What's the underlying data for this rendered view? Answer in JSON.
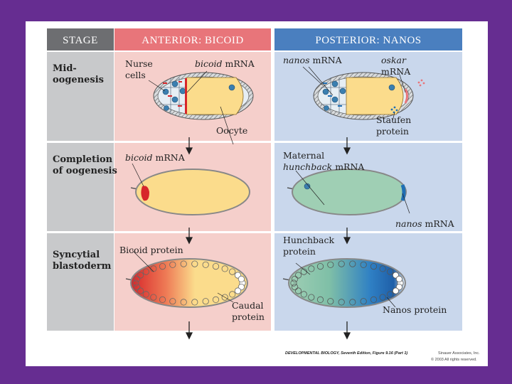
{
  "header": {
    "stage": "STAGE",
    "anterior": "ANTERIOR: BICOID",
    "posterior": "POSTERIOR: NANOS"
  },
  "stages": [
    {
      "line1": "Mid-",
      "line2": "oogenesis"
    },
    {
      "line1": "Completion",
      "line2": "of oogenesis"
    },
    {
      "line1": "Syncytial",
      "line2": "blastoderm"
    }
  ],
  "labels": {
    "nurse_cells_1": "Nurse",
    "nurse_cells_2": "cells",
    "bicoid_mrna_top_gene": "bicoid",
    "bicoid_mrna_top_rest": " mRNA",
    "oocyte": "Oocyte",
    "nanos_mrna_top_gene": "nanos",
    "nanos_mrna_top_rest": " mRNA",
    "oskar_gene": "oskar",
    "oskar_rest": "mRNA",
    "staufen_1": "Staufen",
    "staufen_2": "protein",
    "bicoid_mrna_mid_gene": "bicoid",
    "bicoid_mrna_mid_rest": " mRNA",
    "maternal": "Maternal",
    "hunchback_gene": "hunchback",
    "hunchback_rest": " mRNA",
    "nanos_mrna_mid_gene": "nanos",
    "nanos_mrna_mid_rest": " mRNA",
    "bicoid_protein": "Bicoid protein",
    "caudal_1": "Caudal",
    "caudal_2": "protein",
    "hunchback_protein_1": "Hunchback",
    "hunchback_protein_2": "protein",
    "nanos_protein": "Nanos protein"
  },
  "caption": {
    "book": "DEVELOPMENTAL BIOLOGY, Seventh Edition, Figure 9.16 (Part 1)",
    "publisher": "Sinauer Associates, Inc.",
    "copyright": "© 2003 All rights reserved."
  },
  "colors": {
    "frame": "#662d91",
    "stage_header": "#6d6e71",
    "anterior_header": "#e8757a",
    "posterior_header": "#4a7fbf",
    "stage_col": "#c8c9cb",
    "anterior_bg": "#f5cfcb",
    "posterior_bg": "#c9d7ec",
    "yolk": "#fbdc8c",
    "green": "#9fcfb4",
    "bicoid_red": "#d7262a",
    "nanos_blue": "#1f6fb5"
  }
}
